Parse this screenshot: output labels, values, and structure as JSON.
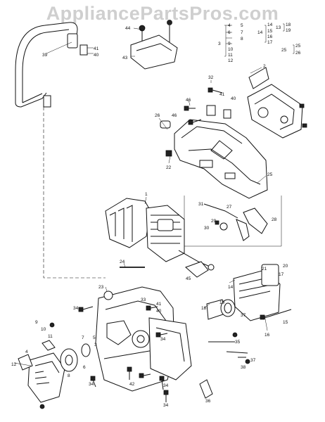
{
  "watermark": "AppliancePartsPros.com",
  "diagram": {
    "part_labels": [
      "1",
      "2",
      "3",
      "4",
      "5",
      "6",
      "7",
      "8",
      "9",
      "10",
      "11",
      "12",
      "13",
      "14",
      "15",
      "16",
      "17",
      "18",
      "19",
      "20",
      "21",
      "22",
      "23",
      "24",
      "25",
      "26",
      "27",
      "28",
      "29",
      "30",
      "31",
      "32",
      "33",
      "34",
      "35",
      "36",
      "37",
      "38",
      "39",
      "40",
      "41",
      "42",
      "43",
      "44",
      "45",
      "46"
    ],
    "key_callouts": {
      "group_a": [
        "4",
        "5",
        "6",
        "7",
        "8"
      ],
      "group_b": [
        "3",
        "9",
        "10",
        "11",
        "12"
      ],
      "group_c": [
        "14",
        "15",
        "16",
        "17"
      ],
      "group_d": [
        "13",
        "18",
        "19"
      ],
      "group_e": [
        "25",
        "26"
      ]
    }
  }
}
